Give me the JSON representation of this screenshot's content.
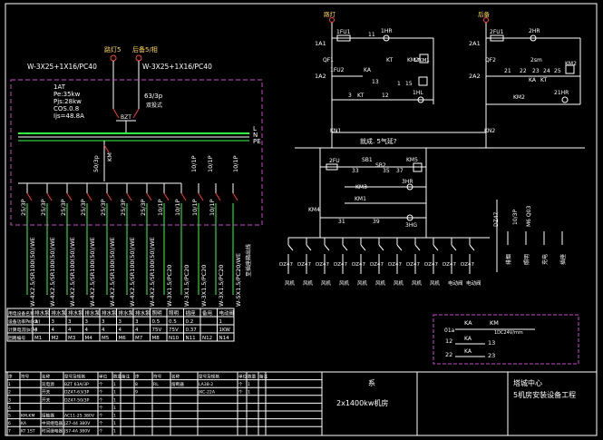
{
  "left_panel": {
    "sources": [
      "路灯5",
      "后备5/相"
    ],
    "cables": [
      "W-3X25+1X16/PC40",
      "W-3X25+1X16/PC40"
    ],
    "params": [
      "1AT",
      "Pe:35kw",
      "Pjs:28kw",
      "COS.0.8",
      "Ijs=48.8A"
    ],
    "breaker_main": "63/3p",
    "breaker_main_sub": "双投式",
    "switch_bzt": "BZT",
    "bus_labels": [
      "L",
      "N",
      "PE"
    ],
    "branch_breaker": "50/3p",
    "km_label": "KM",
    "branch_ratings": [
      "25/3P",
      "25/3P",
      "25/3P",
      "25/3P",
      "25/3P",
      "25/3P",
      "25/3P",
      "10/1P",
      "10/1P",
      "10/1P",
      "10/1P"
    ],
    "branch_ratings_upper": [
      "10/1P",
      "10/1P",
      "10/1P"
    ],
    "cable_types": [
      "W-4X2.5/SR100(50)/WE",
      "W-4X2.5/SR100(50)/WE",
      "W-4X2.5/SR100(50)/WE",
      "W-4X2.5/SR100(50)/WE",
      "W-4X2.5/SR100(50)/WE",
      "W-4X2.5/SR100(50)/WE",
      "W-4X2.5/SR100(50)/WE",
      "W-3X1.5/PC20",
      "W-3X1.5/PC20",
      "W-3X1.5/PC20",
      "W-3X1.5/PC20",
      "W-5X1.5/PC20/WE"
    ],
    "note_side": "至插座箱出线"
  },
  "load_table": {
    "headers": [
      "用电设备名称",
      "排水泵",
      "排水泵",
      "排水泵",
      "排水泵",
      "排水泵",
      "排水泵",
      "排水泵",
      "照明",
      "照明",
      "插座",
      "备用",
      "电动阀"
    ],
    "row1_label": "设备功率Pe(kw)",
    "row1": [
      "3",
      "3",
      "3",
      "3",
      "3",
      "3",
      "3",
      "0.5",
      "0.5",
      "0.2",
      "",
      "1"
    ],
    "row2_label": "计算电流Ijs(A)",
    "row2": [
      "4",
      "4",
      "4",
      "4",
      "4",
      "4",
      "4",
      "75V",
      "75V",
      "0.37",
      "",
      "1KW"
    ],
    "row3_label": "回路编号",
    "row3": [
      "M1",
      "M2",
      "M3",
      "M4",
      "M5",
      "M6",
      "M7",
      "M8",
      "N10",
      "N11",
      "N12",
      "N14"
    ]
  },
  "control_top": {
    "left": {
      "source": "路灯",
      "ref_1a1": "1A1",
      "fuse": "1FU1",
      "lamp": "1HR",
      "ref_1a2": "1A2",
      "qf": "QF1",
      "fu2": "1FU2",
      "ka": "KA",
      "kt": "KT",
      "km2": "KM2",
      "km1": "KM1",
      "nums": [
        "11",
        "13",
        "17",
        "1",
        "15",
        "3",
        "12"
      ],
      "hl": "1HL",
      "kt2": "KT"
    },
    "right": {
      "source": "后备",
      "ref_2a1": "2A1",
      "fuse": "2FU1",
      "lamp": "2HR",
      "ref_2a2": "2A2",
      "qf": "QF2",
      "timer": "2sm",
      "nums": [
        "21",
        "22",
        "23",
        "24",
        "25"
      ],
      "km2": "KM2",
      "ka": "KA",
      "kt": "KT",
      "km2b": "KM2",
      "hl": "21HR"
    },
    "kn_left": "KN1",
    "kn_right": "KN2",
    "note": "就成. 5气延?"
  },
  "control_mid": {
    "fuse": "2FU",
    "sb1": "SB1",
    "sb2": "SB2",
    "km3": "KM3",
    "km1": "KM1",
    "km4": "KM4",
    "hr": "3HR",
    "hg": "3HG",
    "km5": "KM5",
    "nums": [
      "33",
      "35",
      "37",
      "31",
      "39"
    ]
  },
  "control_bottom": {
    "ovp": [
      "DZ47",
      "DZ47",
      "DZ47",
      "DZ47",
      "DZ47",
      "DZ47",
      "DZ47",
      "DZ47",
      "DZ47",
      "DZ47",
      "DZ47"
    ],
    "names": [
      "风机",
      "风机",
      "风机",
      "风机",
      "风机",
      "风机",
      "风机",
      "风机",
      "风机",
      "电动阀",
      "电动阀"
    ],
    "right_parts": [
      "DZ47",
      "10/3P",
      "M6 Q03"
    ],
    "right_names": [
      "排烟",
      "照明",
      "充电",
      "插座"
    ]
  },
  "legend_box": {
    "ka": "KA",
    "km": "KM",
    "r1": "01a",
    "r1val": "1DC24V/mm",
    "r2a": "12",
    "r2b": "KA",
    "r2c": "13",
    "r3a": "22",
    "r3b": "KA",
    "r3c": "23"
  },
  "title_block": {
    "headers": [
      "序",
      "符号",
      "名称",
      "型号及规格",
      "单位",
      "数量",
      "备注",
      "序",
      "符号",
      "名称",
      "型号及规格",
      "单位",
      "数量",
      "备注"
    ],
    "rows": [
      [
        "1",
        "",
        "双电源",
        "BZT 63A/3P",
        "个",
        "1",
        "",
        "8",
        "RL",
        "熔断器",
        "LA38-2",
        "个",
        "1",
        ""
      ],
      [
        "2",
        "",
        "开关",
        "DZ47-63/3P",
        "个",
        "1",
        "",
        "9",
        "",
        "",
        "JKC-22A",
        "个",
        "1",
        ""
      ],
      [
        "3",
        "",
        "开关",
        "DZ47-50/3P",
        "个",
        "1",
        "",
        "",
        "",
        "",
        "",
        "",
        "",
        ""
      ],
      [
        "4",
        "",
        "",
        "",
        "个",
        "1",
        "",
        "",
        "",
        "",
        "",
        "",
        "",
        ""
      ],
      [
        "5",
        "KM,KM",
        "接触器",
        "AC11-25 380V",
        "个",
        "1",
        "",
        "",
        "",
        "",
        "",
        "",
        "",
        ""
      ],
      [
        "6",
        "KA",
        "中间继电器",
        "JZ7-44 380V",
        "个",
        "1",
        "",
        "",
        "",
        "",
        "",
        "",
        "",
        ""
      ],
      [
        "7",
        "KT 1ST",
        "时间继电器",
        "JS7-4A 380V",
        "个",
        "1",
        "",
        "",
        "",
        "",
        "",
        "",
        "",
        ""
      ]
    ],
    "label_system": "系",
    "capacity": "2x1400kw机房",
    "project_line1": "塔城中心",
    "project_line2": "5机房安装设备工程"
  },
  "colors": {
    "bg": "#000000",
    "frame": "#ffffff",
    "cyan": "#9be7ff",
    "green": "#33ff44",
    "red": "#ff3333",
    "magenta": "#cc44cc",
    "yellow": "#ffd84a"
  }
}
